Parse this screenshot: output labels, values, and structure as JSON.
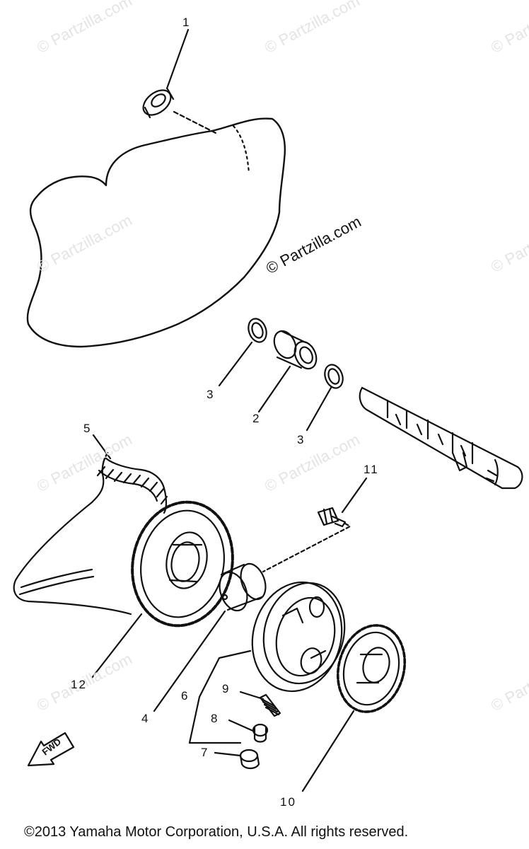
{
  "diagram": {
    "watermark_text": "© Partzilla.com",
    "copyright": "©2013  Yamaha Motor Corporation, U.S.A. All rights reserved.",
    "fwd_label": "FWD",
    "callouts": {
      "c1": "1",
      "c2": "2",
      "c3a": "3",
      "c3b": "3",
      "c4": "4",
      "c5": "5",
      "c6": "6",
      "c7": "7",
      "c8": "8",
      "c9": "9",
      "c10": "10",
      "c11": "11",
      "c12": "12"
    }
  }
}
